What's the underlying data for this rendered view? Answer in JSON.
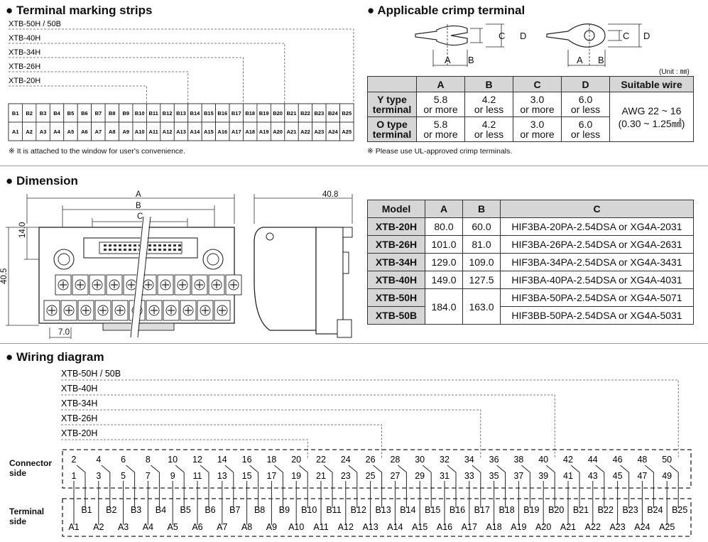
{
  "headings": {
    "terminal_strips": "Terminal marking strips",
    "crimp": "Applicable crimp terminal",
    "dimension": "Dimension",
    "wiring": "Wiring diagram"
  },
  "strip_models": [
    "XTB-50H / 50B",
    "XTB-40H",
    "XTB-34H",
    "XTB-26H",
    "XTB-20H"
  ],
  "wiring_models": [
    "XTB-50H / 50B",
    "XTB-40H",
    "XTB-34H",
    "XTB-26H",
    "XTB-20H"
  ],
  "b_labels": [
    "B1",
    "B2",
    "B3",
    "B4",
    "B5",
    "B6",
    "B7",
    "B8",
    "B9",
    "B10",
    "B11",
    "B12",
    "B13",
    "B14",
    "B15",
    "B16",
    "B17",
    "B18",
    "B19",
    "B20",
    "B21",
    "B22",
    "B23",
    "B24",
    "B25"
  ],
  "a_labels": [
    "A1",
    "A2",
    "A3",
    "A4",
    "A5",
    "A6",
    "A7",
    "A8",
    "A9",
    "A10",
    "A11",
    "A12",
    "A13",
    "A14",
    "A15",
    "A16",
    "A17",
    "A18",
    "A19",
    "A20",
    "A21",
    "A22",
    "A23",
    "A24",
    "A25"
  ],
  "connector_even": [
    "2",
    "4",
    "6",
    "8",
    "10",
    "12",
    "14",
    "16",
    "18",
    "20",
    "22",
    "24",
    "26",
    "28",
    "30",
    "32",
    "34",
    "36",
    "38",
    "40",
    "42",
    "44",
    "46",
    "48",
    "50"
  ],
  "connector_odd": [
    "1",
    "3",
    "5",
    "7",
    "9",
    "11",
    "13",
    "15",
    "17",
    "19",
    "21",
    "23",
    "25",
    "27",
    "29",
    "31",
    "33",
    "35",
    "37",
    "39",
    "41",
    "43",
    "45",
    "47",
    "49"
  ],
  "notes": {
    "strip_note": "※ It is attached to the window for user's convenience.",
    "crimp_note": "※ Please use UL-approved crimp terminals.",
    "unit": "(Unit : ㎜)"
  },
  "crimp_table": {
    "headers": [
      "",
      "A",
      "B",
      "C",
      "D",
      "Suitable wire"
    ],
    "y_type": {
      "label_1": "Y type",
      "label_2": "terminal",
      "a": [
        "5.8",
        "or more"
      ],
      "b": [
        "4.2",
        "or less"
      ],
      "c": [
        "3.0",
        "or more"
      ],
      "d": [
        "6.0",
        "or less"
      ]
    },
    "o_type": {
      "label_1": "O type",
      "label_2": "terminal",
      "a": [
        "5.8",
        "or more"
      ],
      "b": [
        "4.2",
        "or less"
      ],
      "c": [
        "3.0",
        "or more"
      ],
      "d": [
        "6.0",
        "or less"
      ]
    },
    "wire_1": "AWG 22 ~ 16",
    "wire_2": "(0.30 ~ 1.25㎟)"
  },
  "crimp_letters": {
    "a": "A",
    "b": "B",
    "c": "C",
    "d": "D"
  },
  "dim_labels": {
    "a": "A",
    "b": "B",
    "c": "C",
    "h14": "14.0",
    "h405": "40.5",
    "w70": "7.0",
    "w408": "40.8"
  },
  "dim_table": {
    "headers": [
      "Model",
      "A",
      "B",
      "C"
    ],
    "rows": [
      {
        "model": "XTB-20H",
        "a": "80.0",
        "b": "60.0",
        "c": "HIF3BA-20PA-2.54DSA or XG4A-2031"
      },
      {
        "model": "XTB-26H",
        "a": "101.0",
        "b": "81.0",
        "c": "HIF3BA-26PA-2.54DSA or XG4A-2631"
      },
      {
        "model": "XTB-34H",
        "a": "129.0",
        "b": "109.0",
        "c": "HIF3BA-34PA-2.54DSA or XG4A-3431"
      },
      {
        "model": "XTB-40H",
        "a": "149.0",
        "b": "127.5",
        "c": "HIF3BA-40PA-2.54DSA or XG4A-4031"
      },
      {
        "model": "XTB-50H",
        "c": "HIF3BA-50PA-2.54DSA or XG4A-5071"
      },
      {
        "model": "XTB-50B",
        "c": "HIF3BB-50PA-2.54DSA or XG4A-5031"
      }
    ],
    "shared_50_a": "184.0",
    "shared_50_b": "163.0"
  },
  "side_labels": {
    "connector_1": "Connector",
    "connector_2": "side",
    "terminal_1": "Terminal",
    "terminal_2": "side"
  }
}
